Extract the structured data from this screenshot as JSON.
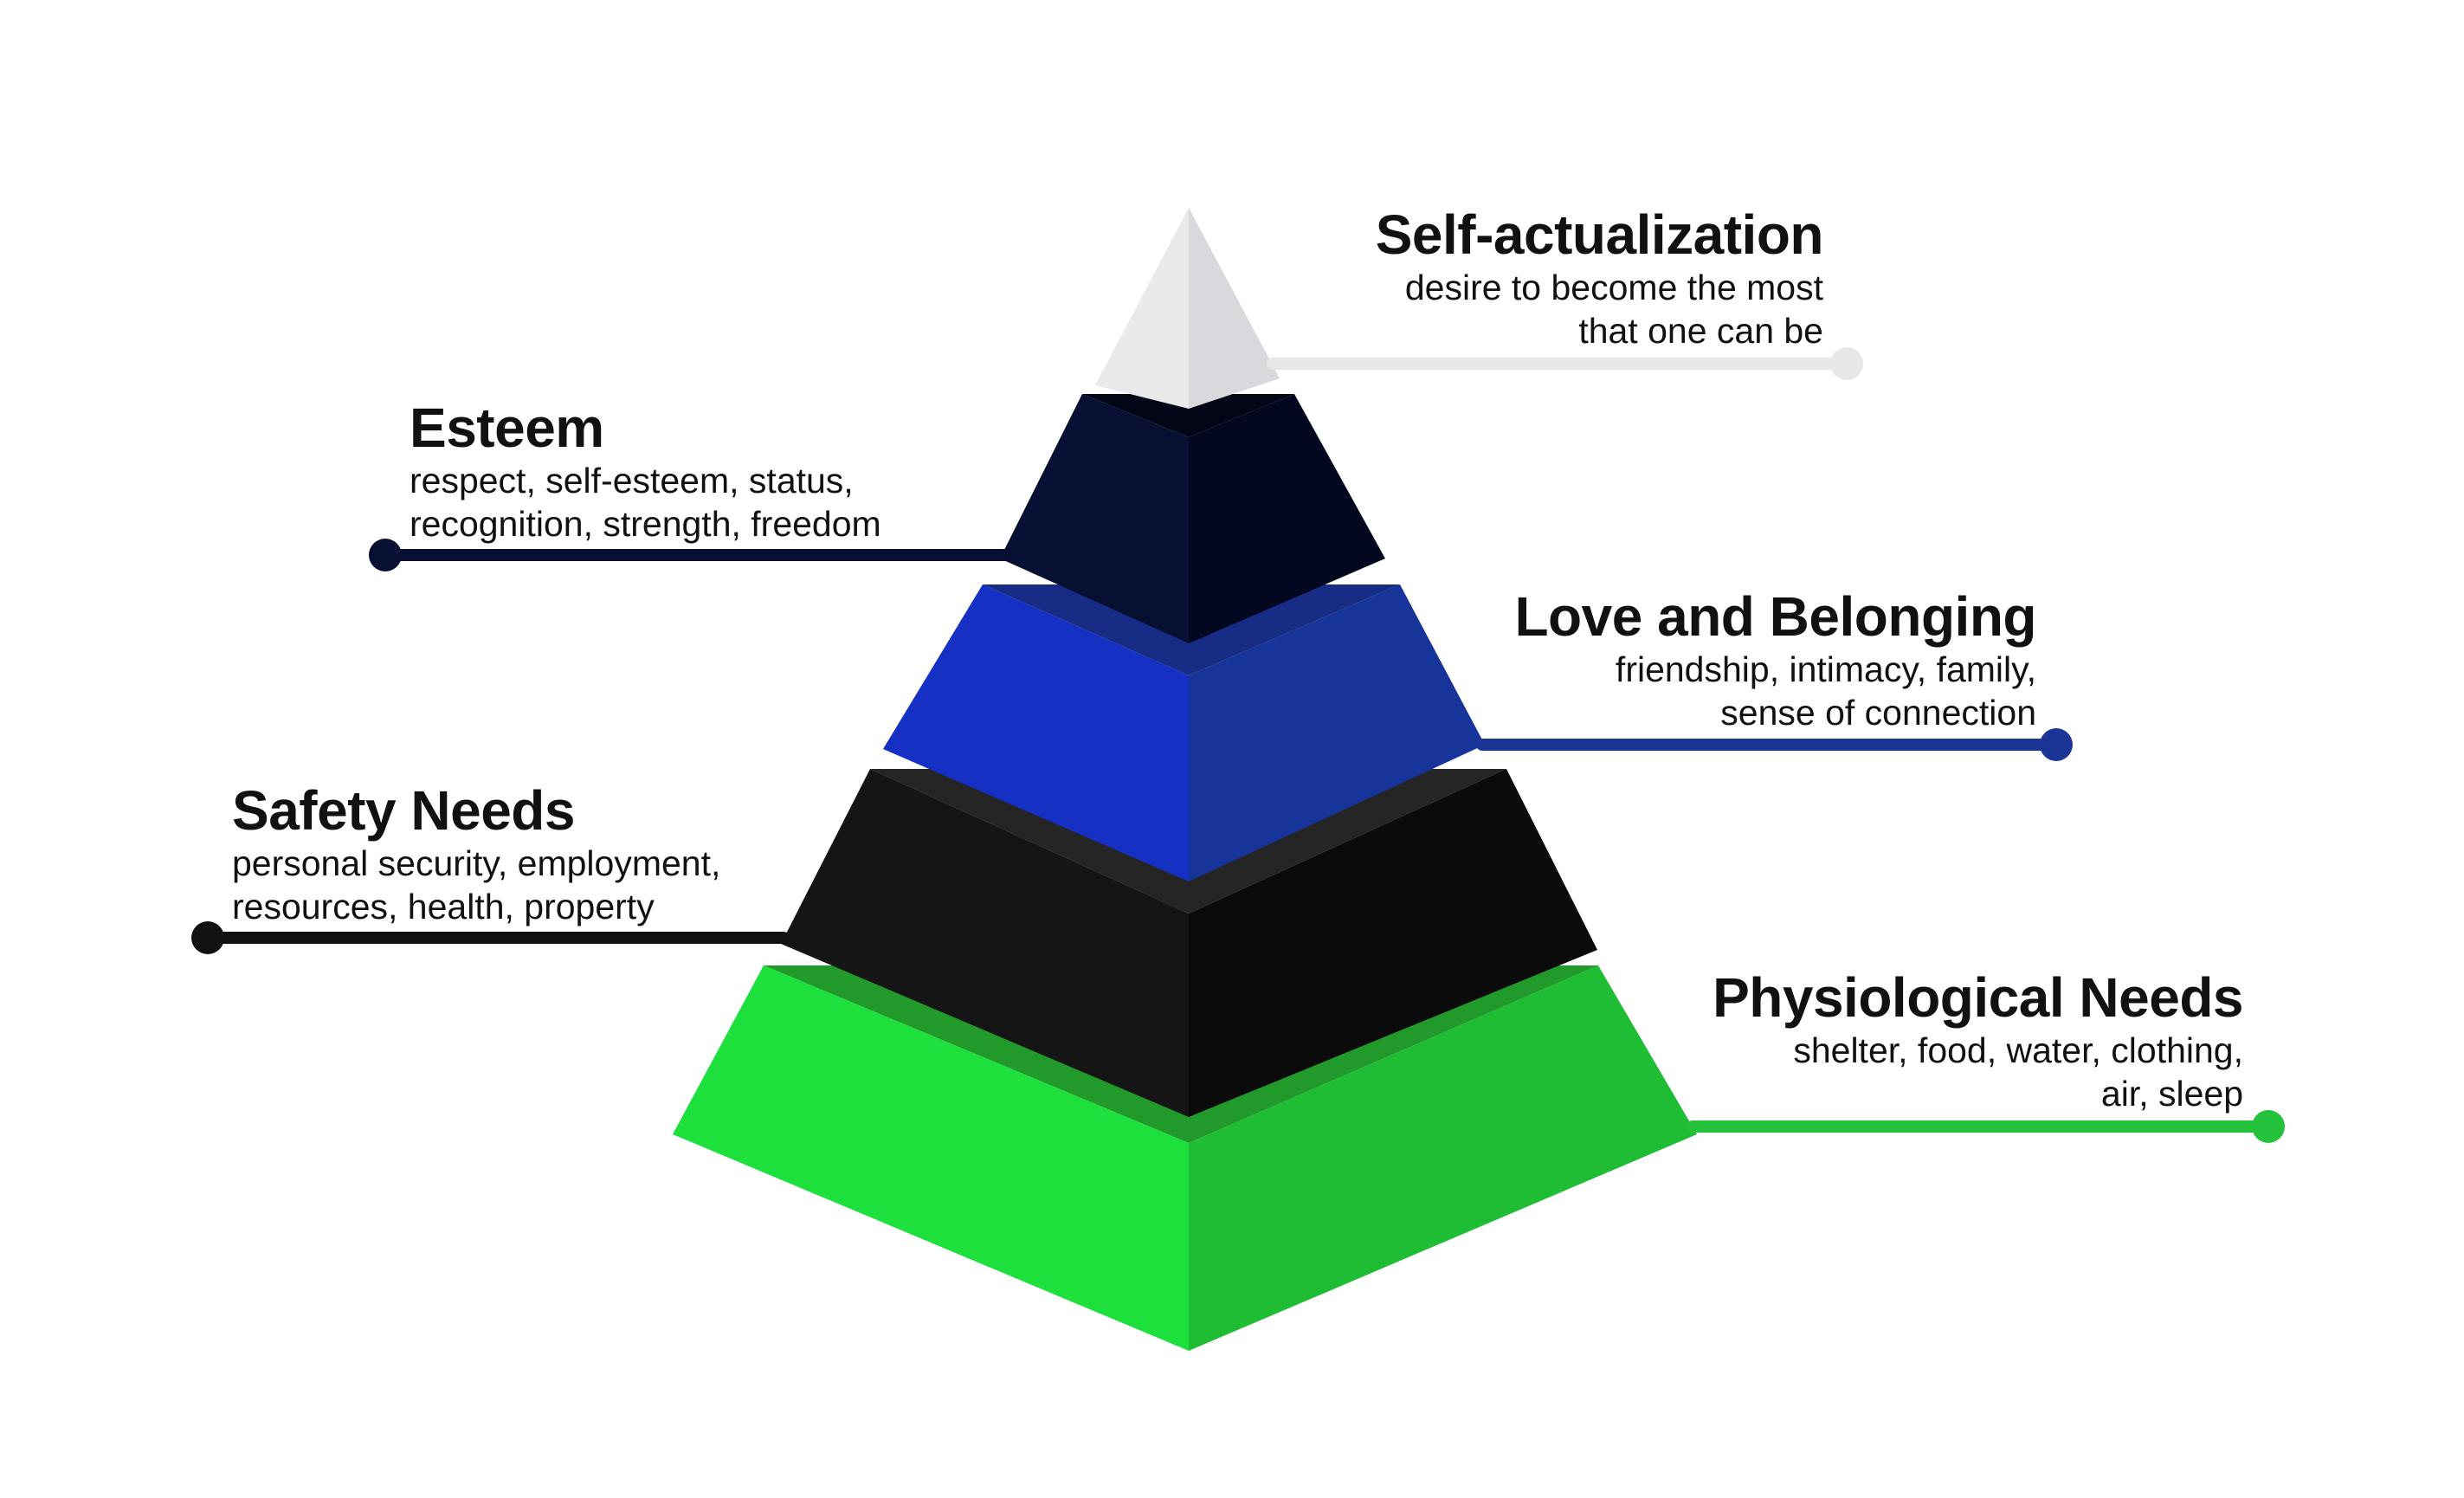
{
  "levels": [
    {
      "id": "self-actualization",
      "title": "Self-actualization",
      "desc_lines": [
        "desire to become the most",
        "that one can be"
      ],
      "colors": {
        "left": "#e9eaec",
        "right": "#d8d9dc",
        "top": "#f3f3f4",
        "line": "#e6e7e8",
        "dot": "#e6e7e8"
      }
    },
    {
      "id": "esteem",
      "title": "Esteem",
      "desc_lines": [
        "respect, self-esteem, status,",
        "recognition, strength, freedom"
      ],
      "colors": {
        "left": "#071033",
        "right": "#030820",
        "top": "#030617",
        "line": "#071033",
        "dot": "#071033"
      }
    },
    {
      "id": "love-and-belonging",
      "title": "Love and Belonging",
      "desc_lines": [
        "friendship, intimacy, family,",
        "sense of connection"
      ],
      "colors": {
        "left": "#1630c4",
        "right": "#17349a",
        "top": "#172c84",
        "line": "#1a3596",
        "dot": "#1a3596"
      }
    },
    {
      "id": "safety-needs",
      "title": "Safety Needs",
      "desc_lines": [
        "personal security, employment,",
        "resources, health, property"
      ],
      "colors": {
        "left": "#151515",
        "right": "#0b0b0b",
        "top": "#252526",
        "line": "#111111",
        "dot": "#111111"
      }
    },
    {
      "id": "physiological-needs",
      "title": "Physiological Needs",
      "desc_lines": [
        "shelter, food, water, clothing,",
        "air, sleep"
      ],
      "colors": {
        "left": "#1ee03d",
        "right": "#1ebd34",
        "top": "#229a2b",
        "line": "#24c13a",
        "dot": "#24c13a"
      }
    }
  ]
}
